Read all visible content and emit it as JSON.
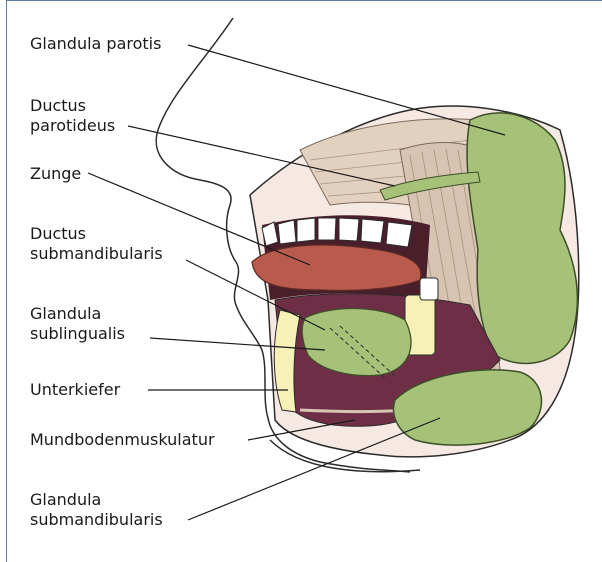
{
  "labels": {
    "glandula_parotis": "Glandula parotis",
    "ductus_parotideus_1": "Ductus",
    "ductus_parotideus_2": "parotideus",
    "zunge": "Zunge",
    "ductus_submandibularis_1": "Ductus",
    "ductus_submandibularis_2": "submandibularis",
    "glandula_sublingualis_1": "Glandula",
    "glandula_sublingualis_2": "sublingualis",
    "unterkiefer": "Unterkiefer",
    "mundbodenmuskulatur": "Mundbodenmuskulatur",
    "glandula_submandibularis_1": "Glandula",
    "glandula_submandibularis_2": "submandibularis"
  },
  "colors": {
    "gland_green": "#a6c178",
    "gland_outline": "#3d4f2a",
    "muscle": "#d8c4b2",
    "tongue": "#b85a4c",
    "mouth_floor": "#6e2f46",
    "bone": "#f7f1b8",
    "teeth": "#ffffff",
    "skin_line": "#2b2b2b"
  }
}
